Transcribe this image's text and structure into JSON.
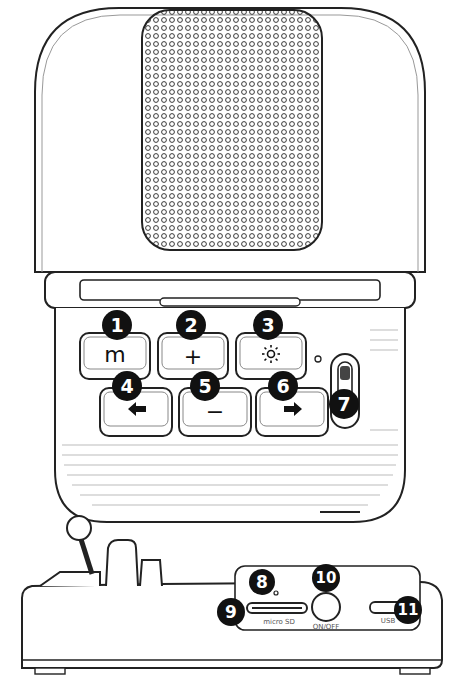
{
  "diagram": {
    "labels": [
      "1",
      "m",
      "2",
      "+",
      "3",
      "4",
      "5",
      "−",
      "6",
      "7",
      "8",
      "9",
      "micro SD",
      "10",
      "ON/OFF",
      "USB",
      "11"
    ]
  }
}
